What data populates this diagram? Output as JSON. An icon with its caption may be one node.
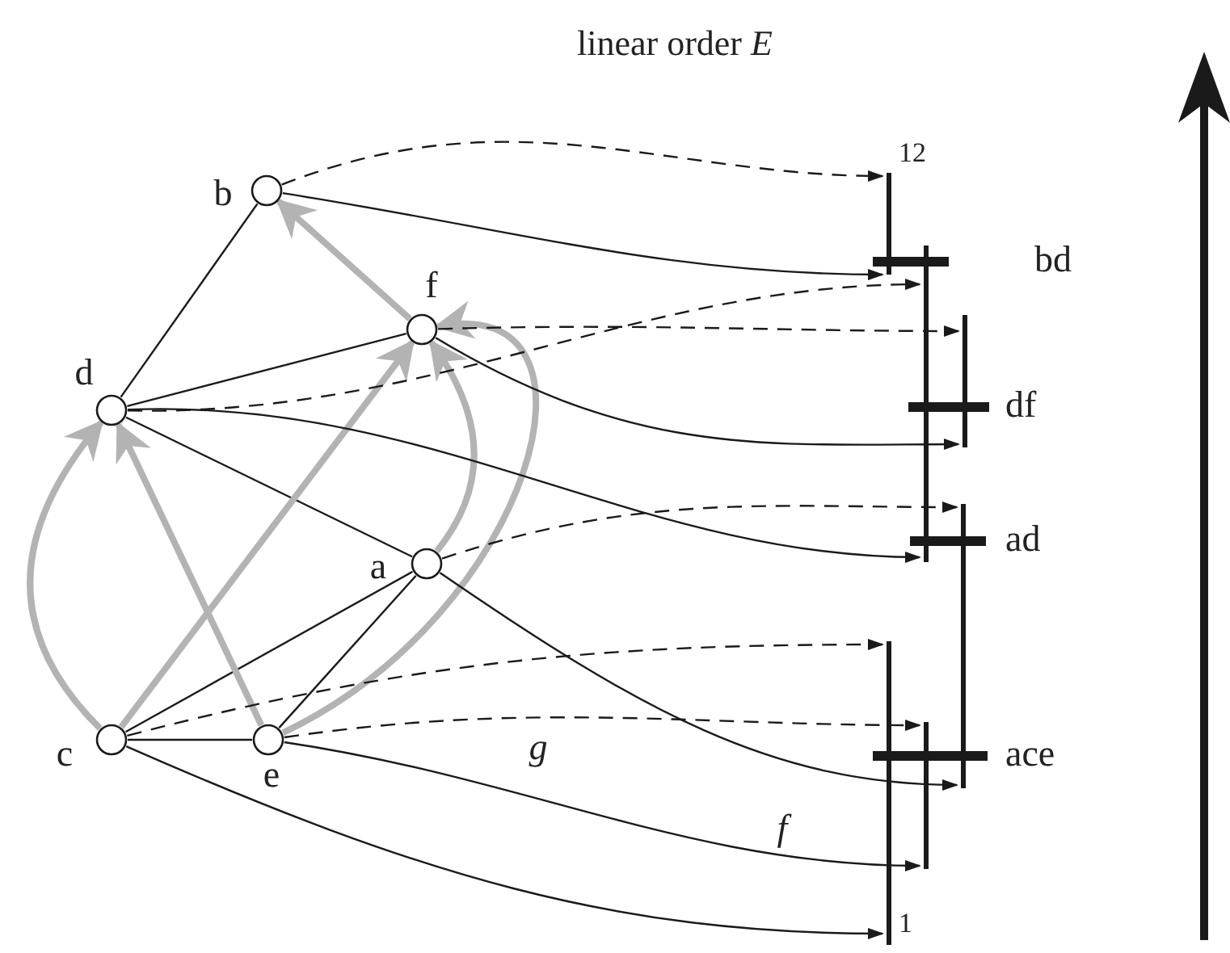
{
  "diagram": {
    "nodes": [
      {
        "text": [
          "b"
        ]
      },
      {
        "text": [
          "f"
        ]
      },
      {
        "text": [
          "d"
        ]
      },
      {
        "text": [
          "a"
        ]
      },
      {
        "text": [
          "c"
        ]
      },
      {
        "text": [
          "e"
        ]
      },
      {
        "text": [],
        "shape": "bar"
      },
      {
        "text": [],
        "shape": "bar"
      },
      {
        "text": [
          "bd"
        ]
      },
      {
        "text": [],
        "shape": "bar"
      },
      {
        "text": [
          "df"
        ]
      },
      {
        "text": [],
        "shape": "bar"
      },
      {
        "text": [
          "ad"
        ]
      },
      {
        "text": [],
        "shape": "bar"
      },
      {
        "text": [],
        "shape": "bar"
      },
      {
        "text": [
          "ace"
        ]
      }
    ],
    "edges": [
      {
        "from": 0,
        "to": 2,
        "arrow": "none"
      },
      {
        "from": 2,
        "to": 1,
        "arrow": "none"
      },
      {
        "from": 2,
        "to": 3,
        "arrow": "none"
      },
      {
        "from": 4,
        "to": 3,
        "arrow": "none"
      },
      {
        "from": 4,
        "to": 5,
        "arrow": "none"
      },
      {
        "from": 5,
        "to": 3,
        "arrow": "none"
      },
      {
        "from": 1,
        "to": 0,
        "arrow": "to",
        "style": "thick",
        "color": "#b3b3b3"
      },
      {
        "from": 4,
        "to": 2,
        "arrow": "to",
        "style": "thick",
        "color": "#b3b3b3"
      },
      {
        "from": 5,
        "to": 2,
        "arrow": "to",
        "style": "thick",
        "color": "#b3b3b3"
      },
      {
        "from": 4,
        "to": 1,
        "arrow": "to",
        "style": "thick",
        "color": "#b3b3b3"
      },
      {
        "from": 3,
        "to": 1,
        "arrow": "to",
        "style": "thick",
        "color": "#b3b3b3"
      },
      {
        "from": 5,
        "to": 1,
        "arrow": "to",
        "style": "thick",
        "color": "#b3b3b3"
      },
      {
        "from": 0,
        "to": 6,
        "arrow": "to",
        "style": "dashed"
      },
      {
        "from": 0,
        "to": 6,
        "arrow": "to"
      },
      {
        "from": 2,
        "to": 7,
        "arrow": "to",
        "style": "dashed"
      },
      {
        "from": 2,
        "to": 7,
        "arrow": "to"
      },
      {
        "from": 1,
        "to": 9,
        "arrow": "to",
        "style": "dashed"
      },
      {
        "from": 1,
        "to": 9,
        "arrow": "to"
      },
      {
        "from": 3,
        "to": 11,
        "arrow": "to",
        "style": "dashed"
      },
      {
        "from": 3,
        "to": 11,
        "arrow": "to"
      },
      {
        "from": 4,
        "to": 13,
        "arrow": "to",
        "style": "dashed"
      },
      {
        "from": 5,
        "to": 14,
        "arrow": "to",
        "style": "dashed",
        "label": "g"
      },
      {
        "from": 4,
        "to": 13,
        "arrow": "to"
      },
      {
        "from": 5,
        "to": 14,
        "arrow": "to",
        "label": "f"
      }
    ],
    "labels": [
      "linear order *E*",
      "12",
      "1"
    ]
  }
}
